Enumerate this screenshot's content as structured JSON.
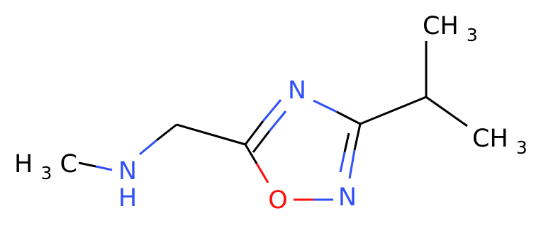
{
  "colors": {
    "carbon": "#000000",
    "nitrogen": "#3050f8",
    "oxygen": "#ff0d0d",
    "background": "#ffffff"
  },
  "atoms": {
    "ring_n4": {
      "text": "N"
    },
    "ring_n2": {
      "text": "N"
    },
    "ring_o1": {
      "text": "O"
    },
    "amine_n": {
      "main": "N",
      "hydrogen": "H"
    },
    "methyl_left": {
      "main": "H",
      "sub": "3",
      "tail": "C"
    },
    "methyl_top": {
      "main": "CH",
      "sub": "3"
    },
    "methyl_bottom": {
      "main": "CH",
      "sub": "3"
    }
  }
}
